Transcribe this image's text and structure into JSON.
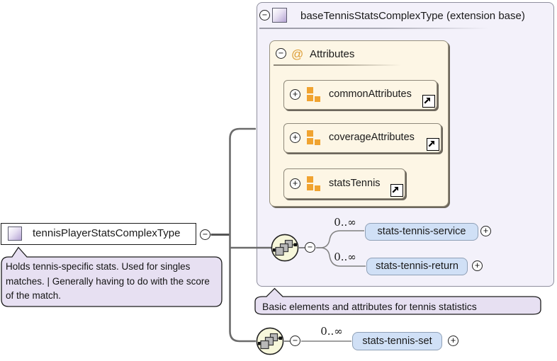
{
  "icons": {
    "collapse": "−",
    "expand": "+",
    "attributes_at": "@"
  },
  "left_type": {
    "title": "tennisPlayerStatsComplexType",
    "annotation": "Holds tennis-specific stats. Used for singles matches. | Generally having to do with the score of the match."
  },
  "base_type": {
    "title": "baseTennisStatsComplexType (extension base)",
    "annotation": "Basic elements and attributes for tennis statistics",
    "attributes": {
      "title": "Attributes",
      "groups": [
        {
          "label": "commonAttributes"
        },
        {
          "label": "coverageAttributes"
        },
        {
          "label": "statsTennis"
        }
      ]
    },
    "sequence": {
      "children": [
        {
          "cardinality": "0..∞",
          "label": "stats-tennis-service"
        },
        {
          "cardinality": "0..∞",
          "label": "stats-tennis-return"
        }
      ]
    }
  },
  "extension": {
    "children": [
      {
        "cardinality": "0..∞",
        "label": "stats-tennis-set"
      }
    ]
  },
  "colors": {
    "container_fill": "#f3f1fa",
    "attribute_fill": "#fdf6e5",
    "element_fill": "#d0e0f6",
    "annotation_fill": "#e7e0f2",
    "accent_orange": "#f0a330",
    "sequence_fill": "#f7f7db"
  }
}
